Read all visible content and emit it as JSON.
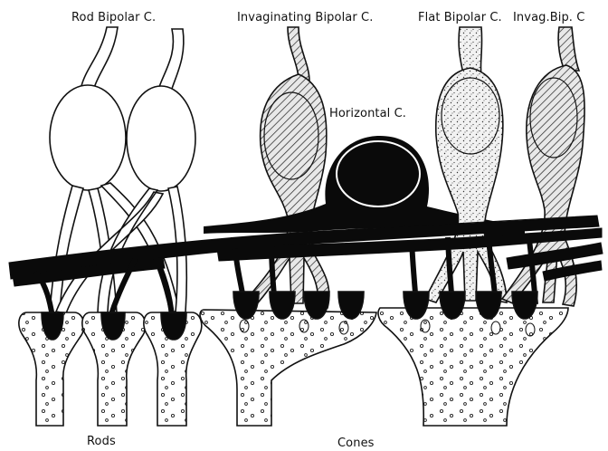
{
  "labels": {
    "rod_bipolar": "Rod Bipolar C.",
    "invaginating_bipolar": "Invaginating Bipolar C.",
    "flat_bipolar": "Flat Bipolar C.",
    "invag_bip": "Invag.Bip. C",
    "horizontal": "Horizontal C.",
    "rods": "Rods",
    "cones": "Cones"
  },
  "colors": {
    "ink": "#111111",
    "fill_white": "#ffffff",
    "fill_black": "#0a0a0a",
    "hatch_fill": "#cfcfcf",
    "stipple_fill": "#e4e4e4"
  }
}
